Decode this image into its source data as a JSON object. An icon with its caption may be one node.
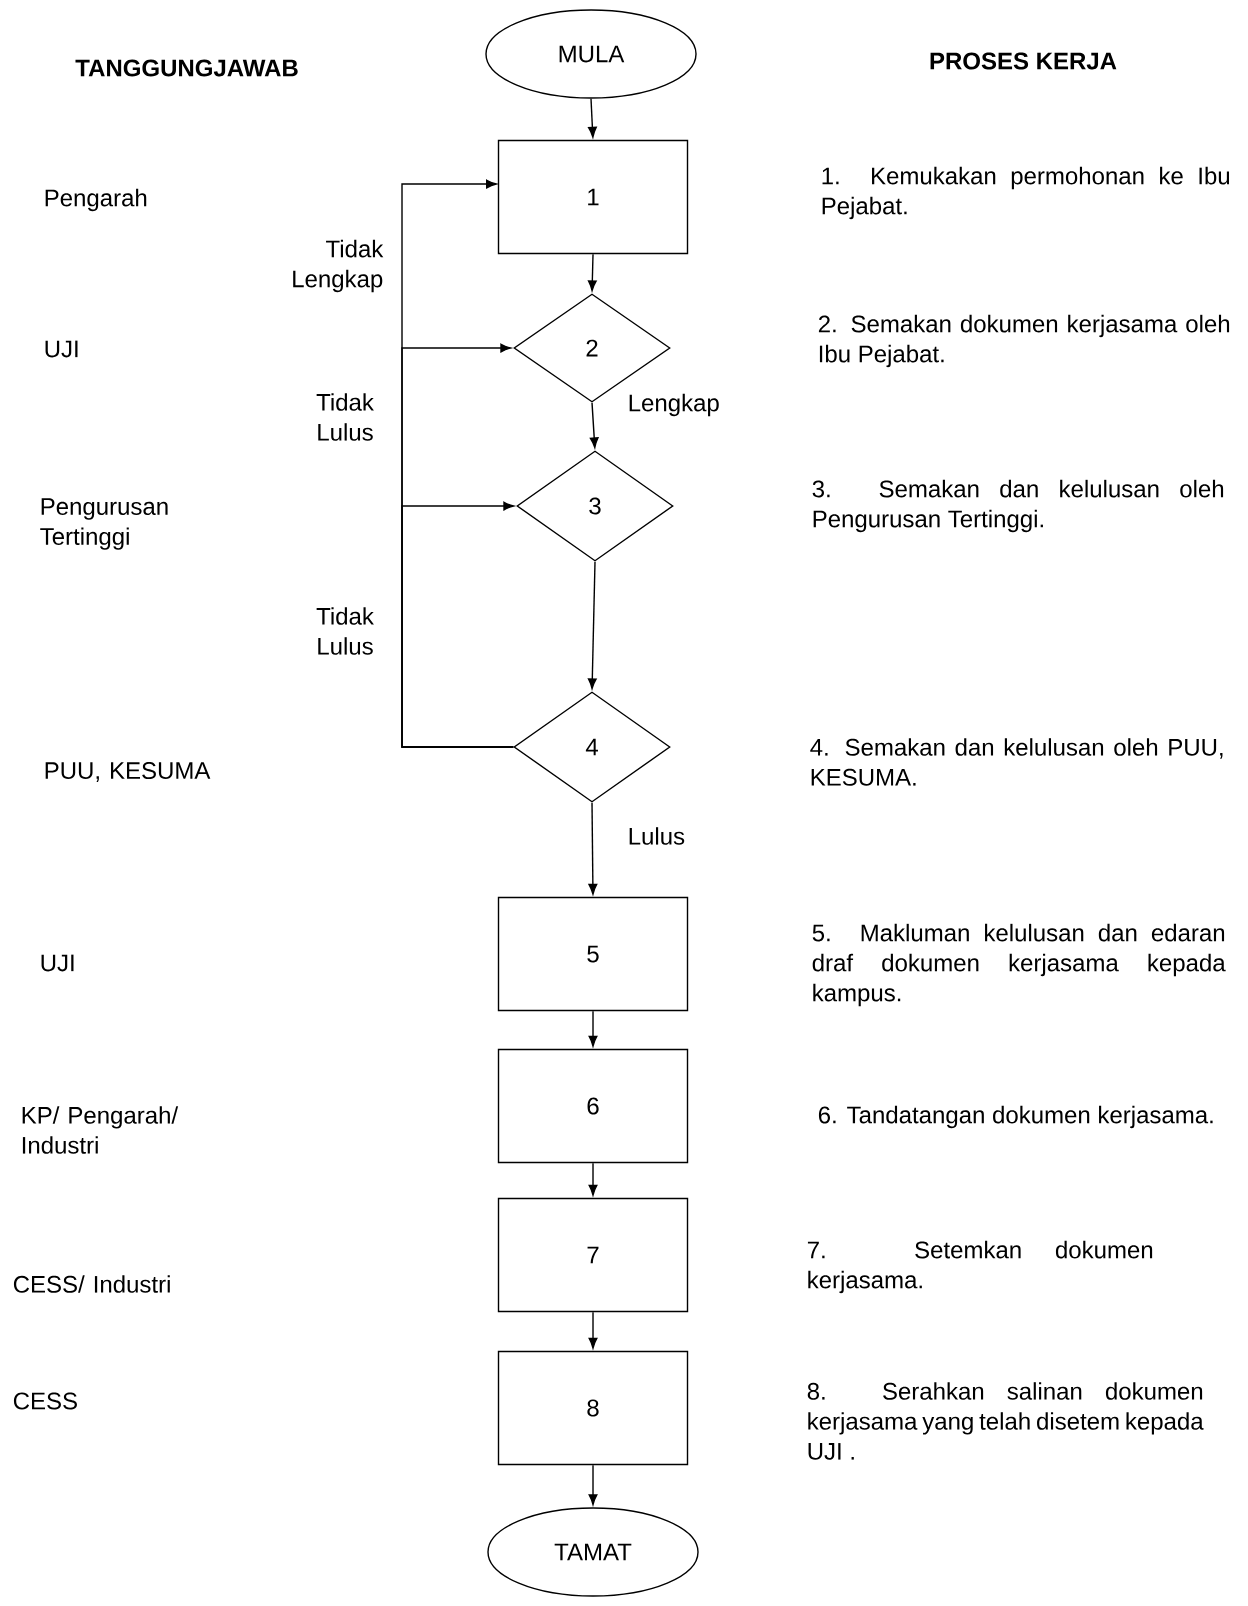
{
  "diagram": {
    "nodes": [
      {
        "text": [
          "MULA"
        ]
      },
      {
        "text": [
          "1"
        ]
      },
      {
        "text": [
          "2"
        ]
      },
      {
        "text": [
          "3"
        ]
      },
      {
        "text": [
          "4"
        ]
      },
      {
        "text": [
          "5"
        ]
      },
      {
        "text": [
          "6"
        ]
      },
      {
        "text": [
          "7"
        ]
      },
      {
        "text": [
          "8"
        ]
      },
      {
        "text": [
          "TAMAT"
        ]
      }
    ],
    "edges": [
      {
        "from": 0,
        "to": 1,
        "arrow": "to"
      },
      {
        "from": 1,
        "to": 2,
        "arrow": "to"
      },
      {
        "from": 2,
        "to": 3,
        "arrow": "to",
        "label": "Lengkap"
      },
      {
        "from": 3,
        "to": 4,
        "arrow": "to"
      },
      {
        "from": 4,
        "to": 5,
        "arrow": "to",
        "label": "Lulus"
      },
      {
        "from": 5,
        "to": 6,
        "arrow": "to"
      },
      {
        "from": 6,
        "to": 7,
        "arrow": "to"
      },
      {
        "from": 7,
        "to": 8,
        "arrow": "to"
      },
      {
        "from": 8,
        "to": 9,
        "arrow": "to"
      },
      {
        "from": 4,
        "to": 1,
        "arrow": "to"
      },
      {
        "from": 4,
        "to": 2,
        "arrow": "to"
      },
      {
        "from": 4,
        "to": 3,
        "arrow": "to"
      }
    ],
    "labels": [
      "TANGGUNGJAWAB",
      "PROSES KERJA",
      "Pengarah",
      "1. Kemukakan permohonan ke Ibu Pejabat.",
      "Tidak Lengkap",
      "UJI",
      "2. Semakan dokumen kerjasama oleh Ibu Pejabat.",
      "Tidak Lulus",
      "Pengurusan Tertinggi",
      "3. Semakan dan kelulusan oleh Pengurusan Tertinggi.",
      "Tidak Lulus",
      "PUU, KESUMA",
      "4. Semakan dan kelulusan oleh PUU, KESUMA.",
      "UJI",
      "5. Makluman kelulusan dan edaran draf dokumen kerjasama kepada kampus.",
      "KP/ Pengarah/ Industri",
      "6. Tandatangan dokumen kerjasama.",
      "CESS/ Industri",
      "7. Setemkan dokumen kerjasama.",
      "CESS",
      "8. Serahkan salinan dokumen kerjasama yang telah disetem kepada UJI ."
    ]
  }
}
